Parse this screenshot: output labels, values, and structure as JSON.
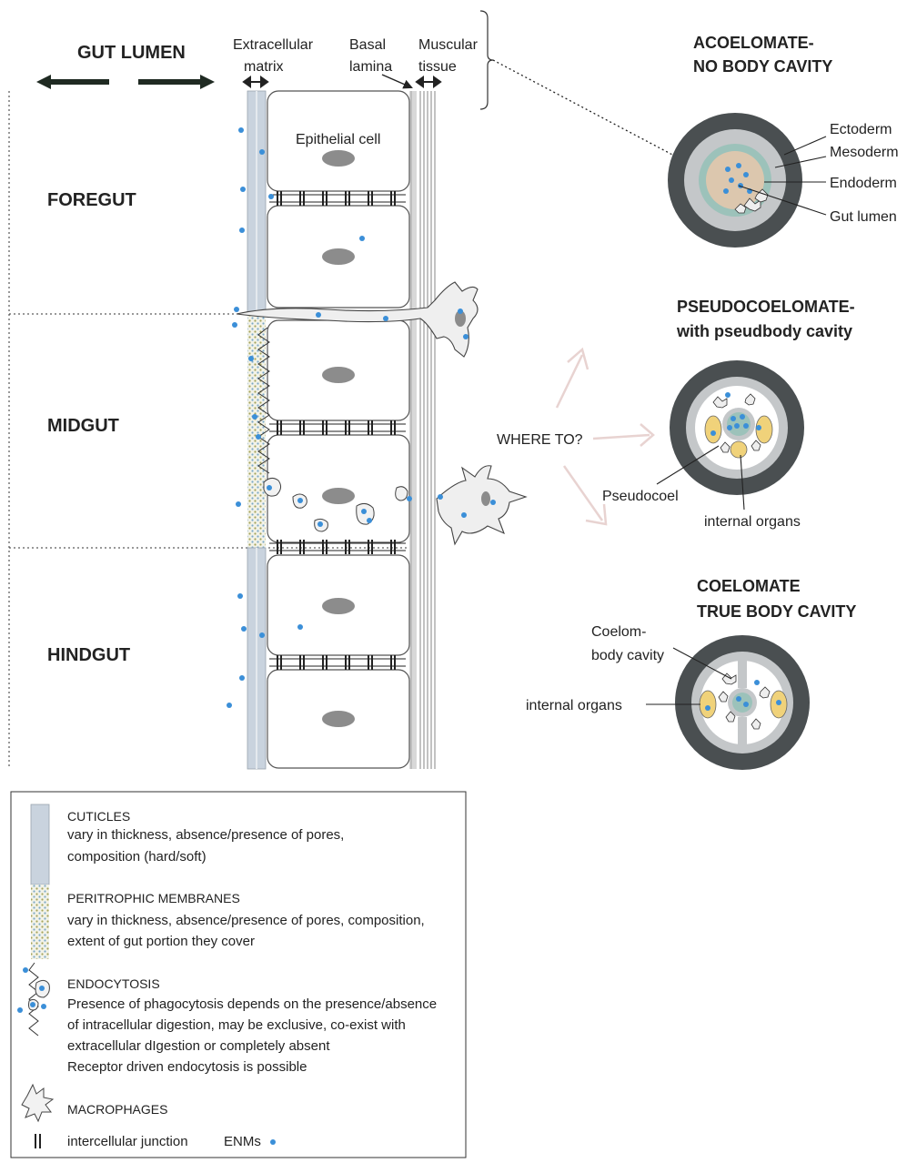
{
  "header": {
    "gut_lumen": "GUT LUMEN",
    "extracellular_matrix_1": "Extracellular",
    "extracellular_matrix_2": "matrix",
    "basal_lamina_1": "Basal",
    "basal_lamina_2": "lamina",
    "muscular_tissue_1": "Muscular",
    "muscular_tissue_2": "tissue",
    "epithelial_cell": "Epithelial cell"
  },
  "sections": {
    "foregut": "FOREGUT",
    "midgut": "MIDGUT",
    "hindgut": "HINDGUT"
  },
  "where_to": "WHERE TO?",
  "body_plans": {
    "acoelomate": {
      "title_1": "ACOELOMATE-",
      "title_2": "NO BODY CAVITY",
      "labels": [
        "Ectoderm",
        "Mesoderm",
        "Endoderm",
        "Gut lumen"
      ]
    },
    "pseudocoelomate": {
      "title_1": "PSEUDOCOELOMATE-",
      "title_2": "with pseudbody cavity",
      "label_pseudocoel": "Pseudocoel",
      "label_organs": "internal organs"
    },
    "coelomate": {
      "title_1": "COELOMATE",
      "title_2": "TRUE BODY CAVITY",
      "label_cavity_1": "Coelom-",
      "label_cavity_2": "body cavity",
      "label_organs": "internal organs"
    }
  },
  "legend": {
    "cuticles_title": "CUTICLES",
    "cuticles_text_1": "vary in thickness, absence/presence of pores,",
    "cuticles_text_2": "composition (hard/soft)",
    "pm_title": "PERITROPHIC MEMBRANES",
    "pm_text_1": "vary in thickness, absence/presence of pores, composition,",
    "pm_text_2": "extent of gut portion they cover",
    "endo_title": "ENDOCYTOSIS",
    "endo_text_1": "Presence of phagocytosis depends on the presence/absence",
    "endo_text_2": "of intracellular digestion, may be exclusive, co-exist with",
    "endo_text_3": "extracellular  dIgestion or completely absent",
    "endo_text_4": "Receptor driven endocytosis is possible",
    "macro_title": "MACROPHAGES",
    "junction_text": "intercellular junction",
    "enm_text": "ENMs"
  },
  "colors": {
    "cuticle": "#c9d3de",
    "enm_dot": "#3b8fd8",
    "nucleus": "#8c8c8c",
    "ectoderm": "#4a4f51",
    "mesoderm": "#c4c7c9",
    "endoderm": "#9cc2ba",
    "lumen": "#dcc7ae",
    "organ": "#f0d27a",
    "arrow_pink": "#e8d3d1"
  }
}
